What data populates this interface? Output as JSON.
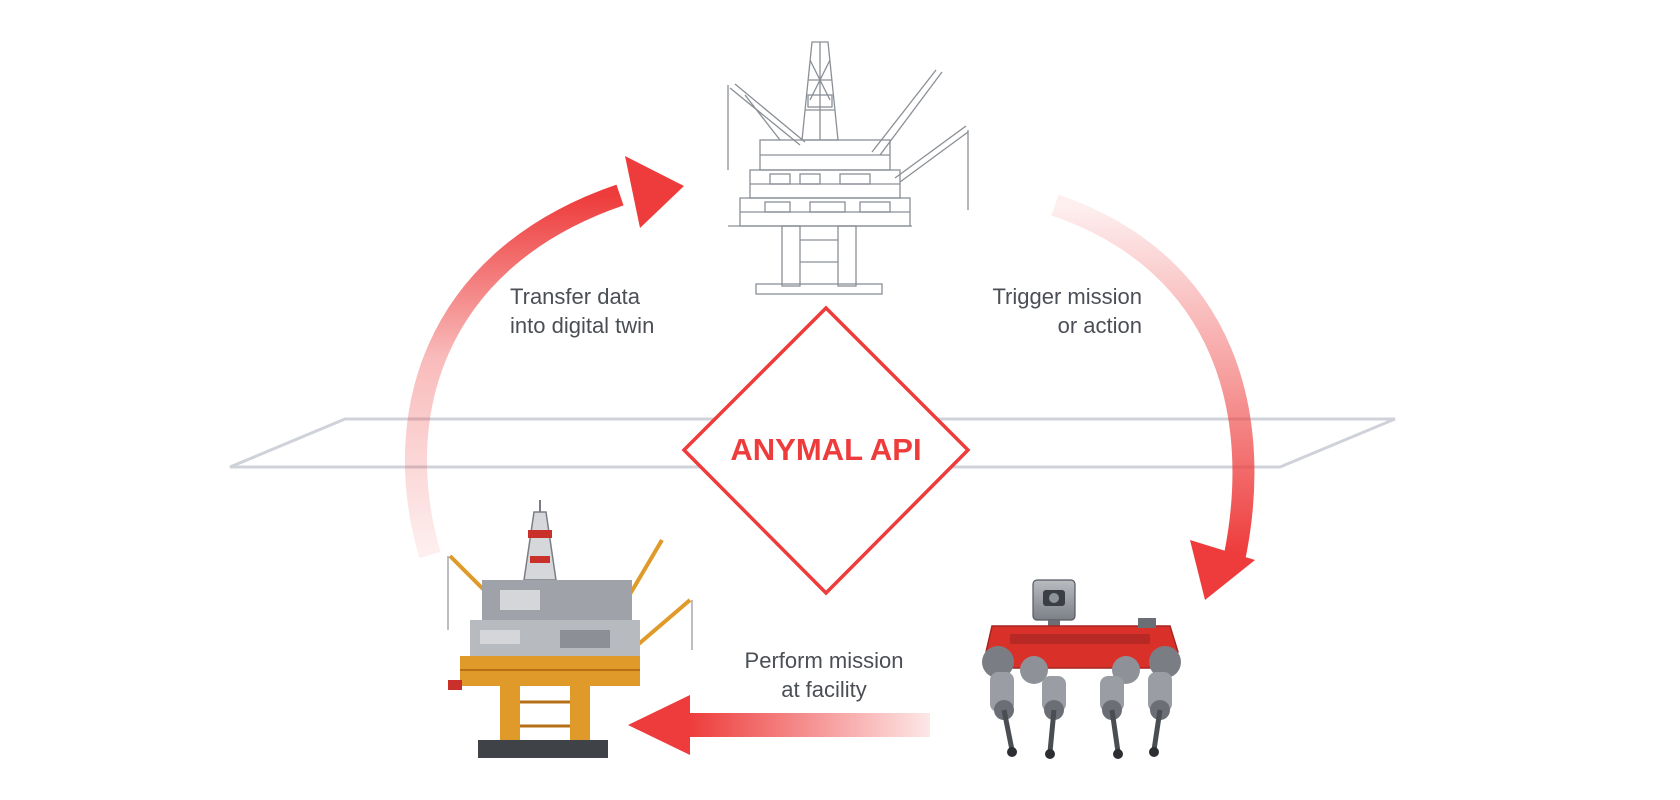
{
  "center": {
    "label": "ANYMAL API"
  },
  "steps": {
    "transfer": [
      "Transfer data",
      "into digital twin"
    ],
    "trigger": [
      "Trigger mission",
      "or action"
    ],
    "perform": [
      "Perform mission",
      "at facility"
    ]
  },
  "nodes": {
    "digital_twin": "offshore-platform-wireframe",
    "physical_facility": "offshore-platform-photo",
    "robot": "anymal-quadruped-robot"
  },
  "colors": {
    "accent": "#ee3b3b",
    "plane": "#cfd3d9",
    "text": "#4b4f55",
    "sketch": "#8a8f96",
    "robot_red": "#d9302a",
    "robot_grey": "#6b6f75",
    "rig_orange": "#e09a2a"
  }
}
